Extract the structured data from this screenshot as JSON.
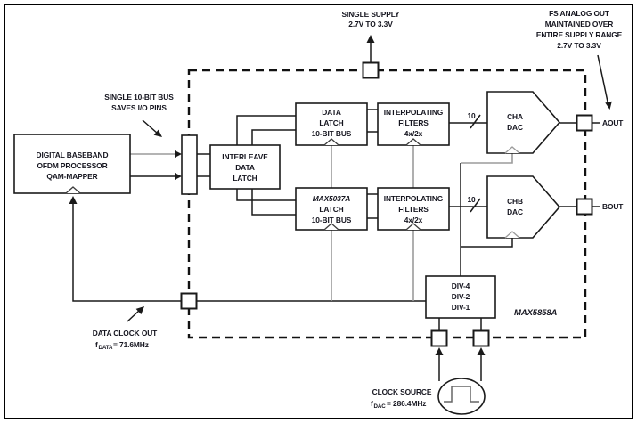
{
  "figure": {
    "part_number": "MAX5858A",
    "colors": {
      "ink": "#1a1a1a",
      "wire_gray": "#9b9b9b",
      "background": "#ffffff"
    },
    "supply_note": {
      "line1": "SINGLE SUPPLY",
      "line2": "2.7V TO 3.3V"
    },
    "fs_note": {
      "line1": "FS ANALOG OUT",
      "line2": "MAINTAINED OVER",
      "line3": "ENTIRE SUPPLY RANGE",
      "line4": "2.7V TO 3.3V"
    },
    "bus_note": {
      "line1": "SINGLE 10-BIT BUS",
      "line2": "SAVES I/O PINS"
    },
    "data_clock_note": {
      "line1": "DATA CLOCK OUT",
      "f": "f",
      "sub": "DATA",
      "value": "= 71.6MHz"
    },
    "clock_source_note": {
      "line1": "CLOCK SOURCE",
      "f": "f",
      "sub": "DAC",
      "value": "= 286.4MHz"
    },
    "blocks": {
      "baseband": {
        "line1": "DIGITAL BASEBAND",
        "line2": "OFDM PROCESSOR",
        "line3": "QAM-MAPPER"
      },
      "interleave": {
        "line1": "INTERLEAVE",
        "line2": "DATA",
        "line3": "LATCH"
      },
      "latch_a": {
        "line1": "DATA",
        "line2": "LATCH",
        "line3": "10-BIT BUS"
      },
      "latch_b": {
        "line1": "MAX5037A",
        "line2": "LATCH",
        "line3": "10-BIT BUS"
      },
      "filters_a": {
        "line1": "INTERPOLATING",
        "line2": "FILTERS",
        "line3": "4x/2x"
      },
      "filters_b": {
        "line1": "INTERPOLATING",
        "line2": "FILTERS",
        "line3": "4x/2x"
      },
      "divider": {
        "line1": "DIV-4",
        "line2": "DIV-2",
        "line3": "DIV-1"
      },
      "dac_a": {
        "line1": "CHA",
        "line2": "DAC"
      },
      "dac_b": {
        "line1": "CHB",
        "line2": "DAC"
      }
    },
    "bus_width_label": "10",
    "ports": {
      "aout": "AOUT",
      "bout": "BOUT"
    }
  }
}
